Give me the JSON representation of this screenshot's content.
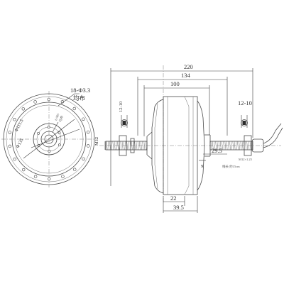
{
  "side_view": {
    "hole_callout": "18-Φ3.3",
    "hole_callout_note": "均布",
    "diameter_111": "Φ111.5",
    "diameter_135": "Φ135",
    "pcd_callout": "6-M5",
    "pcd_note": "均布"
  },
  "front_view": {
    "overall_width": "220",
    "width_134": "134",
    "width_100": "100",
    "flat_left": "12-10",
    "flat_right": "12-10",
    "offset": "29.5",
    "hub_width": "22",
    "drum_width": "39.5",
    "axle_dia": "M12",
    "small_dim": "9",
    "thread_note": "M12×1.25",
    "cable_note": "线长 约15cm"
  },
  "colors": {
    "line": "#4a4a4a",
    "background": "#ffffff"
  }
}
